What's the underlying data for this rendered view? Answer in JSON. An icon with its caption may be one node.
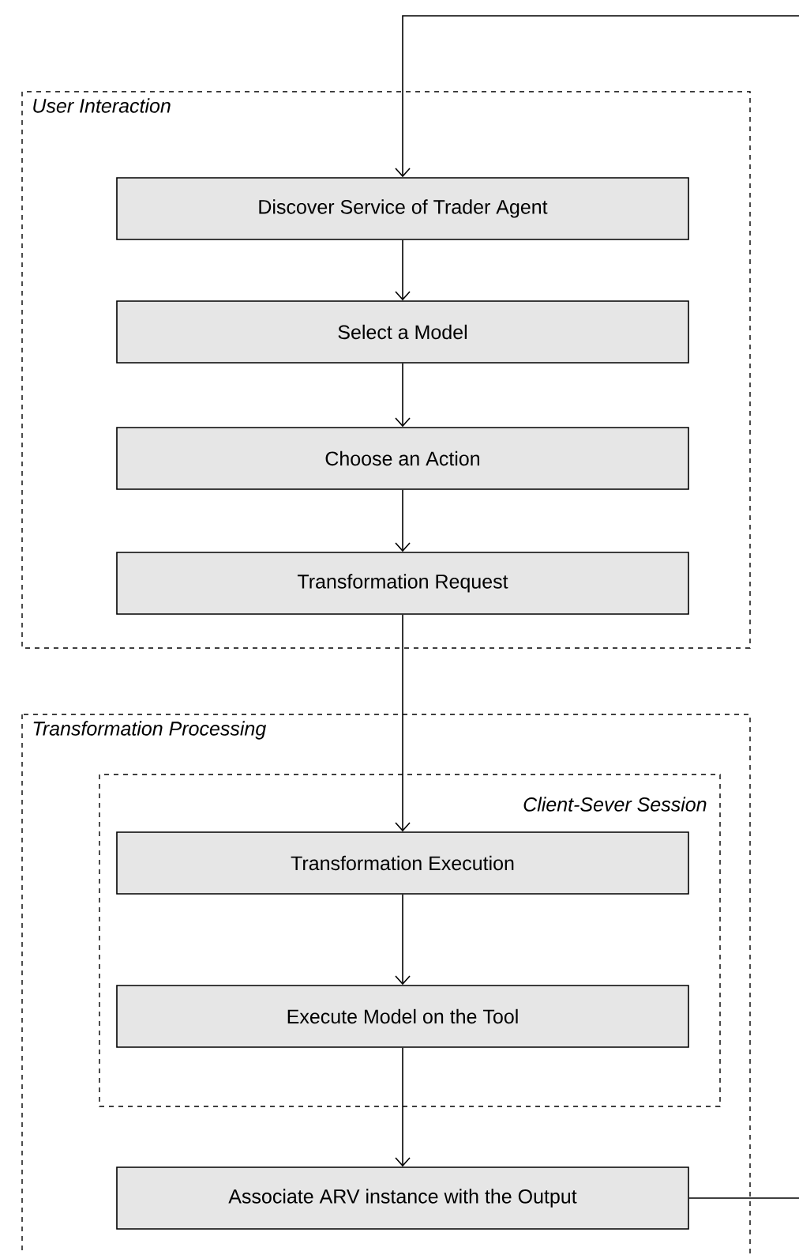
{
  "diagram": {
    "nodes": [
      {
        "text": [
          "User Interaction"
        ]
      },
      {
        "text": [
          "Discover Service of Trader Agent"
        ],
        "in": 0
      },
      {
        "text": [
          "Select a Model"
        ],
        "in": 0
      },
      {
        "text": [
          "Choose an Action"
        ],
        "in": 0
      },
      {
        "text": [
          "Transformation Request"
        ],
        "in": 0
      },
      {
        "text": [
          "Transformation Processing"
        ]
      },
      {
        "text": [
          "Client-Sever Session"
        ],
        "in": 5
      },
      {
        "text": [
          "Transformation Execution"
        ],
        "in": 6
      },
      {
        "text": [
          "Execute Model on the Tool"
        ],
        "in": 6
      },
      {
        "text": [
          "Associate ARV instance with the Output"
        ],
        "in": 5
      }
    ],
    "edges": [
      {
        "from": null,
        "to": 1,
        "arrow": "to"
      },
      {
        "from": 1,
        "to": 2,
        "arrow": "to"
      },
      {
        "from": 2,
        "to": 3,
        "arrow": "to"
      },
      {
        "from": 3,
        "to": 4,
        "arrow": "to"
      },
      {
        "from": 4,
        "to": 7,
        "arrow": "to"
      },
      {
        "from": 7,
        "to": 8,
        "arrow": "to"
      },
      {
        "from": 8,
        "to": 9,
        "arrow": "to"
      },
      {
        "from": 9,
        "to": null,
        "arrow": "none"
      }
    ]
  }
}
